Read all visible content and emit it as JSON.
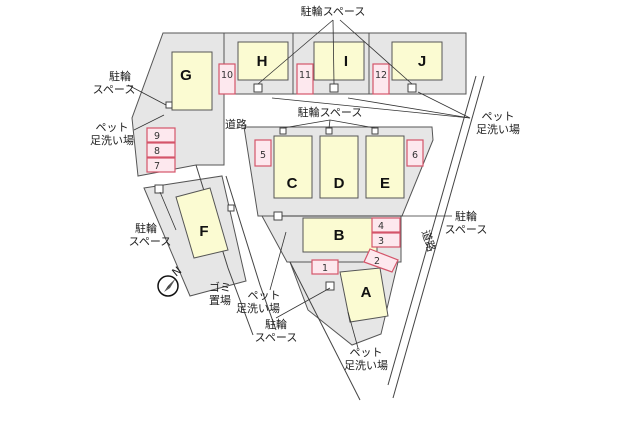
{
  "colors": {
    "lot": "#e6e6e6",
    "building": "#fbfbd2",
    "parking_stroke": "#d4556a",
    "parking_fill": "#fde8ee",
    "line": "#333333"
  },
  "buildings": [
    {
      "id": "G",
      "label": "G"
    },
    {
      "id": "H",
      "label": "H"
    },
    {
      "id": "I",
      "label": "I"
    },
    {
      "id": "J",
      "label": "J"
    },
    {
      "id": "C",
      "label": "C"
    },
    {
      "id": "D",
      "label": "D"
    },
    {
      "id": "E",
      "label": "E"
    },
    {
      "id": "F",
      "label": "F"
    },
    {
      "id": "B",
      "label": "B"
    },
    {
      "id": "A",
      "label": "A"
    }
  ],
  "parking": [
    "10",
    "11",
    "12",
    "9",
    "8",
    "7",
    "5",
    "6",
    "4",
    "3",
    "2",
    "1"
  ],
  "labels": {
    "bike_space_top": "駐輪スペース",
    "bike_space_left_1": "駐輪",
    "bike_space_left_2": "スペース",
    "pet_wash_left_1": "ペット",
    "pet_wash_left_2": "足洗い場",
    "road_center": "道路",
    "bike_space_mid": "駐輪スペース",
    "pet_wash_right_1": "ペット",
    "pet_wash_right_2": "足洗い場",
    "bike_space_right_1": "駐輪",
    "bike_space_right_2": "スペース",
    "road_right": "道路",
    "bike_space_f_1": "駐輪",
    "bike_space_f_2": "スペース",
    "garbage_1": "ゴミ",
    "garbage_2": "置場",
    "pet_wash_mid_1": "ペット",
    "pet_wash_mid_2": "足洗い場",
    "bike_space_bottom_1": "駐輪",
    "bike_space_bottom_2": "スペース",
    "pet_wash_bottom_1": "ペット",
    "pet_wash_bottom_2": "足洗い場",
    "north": "N"
  }
}
